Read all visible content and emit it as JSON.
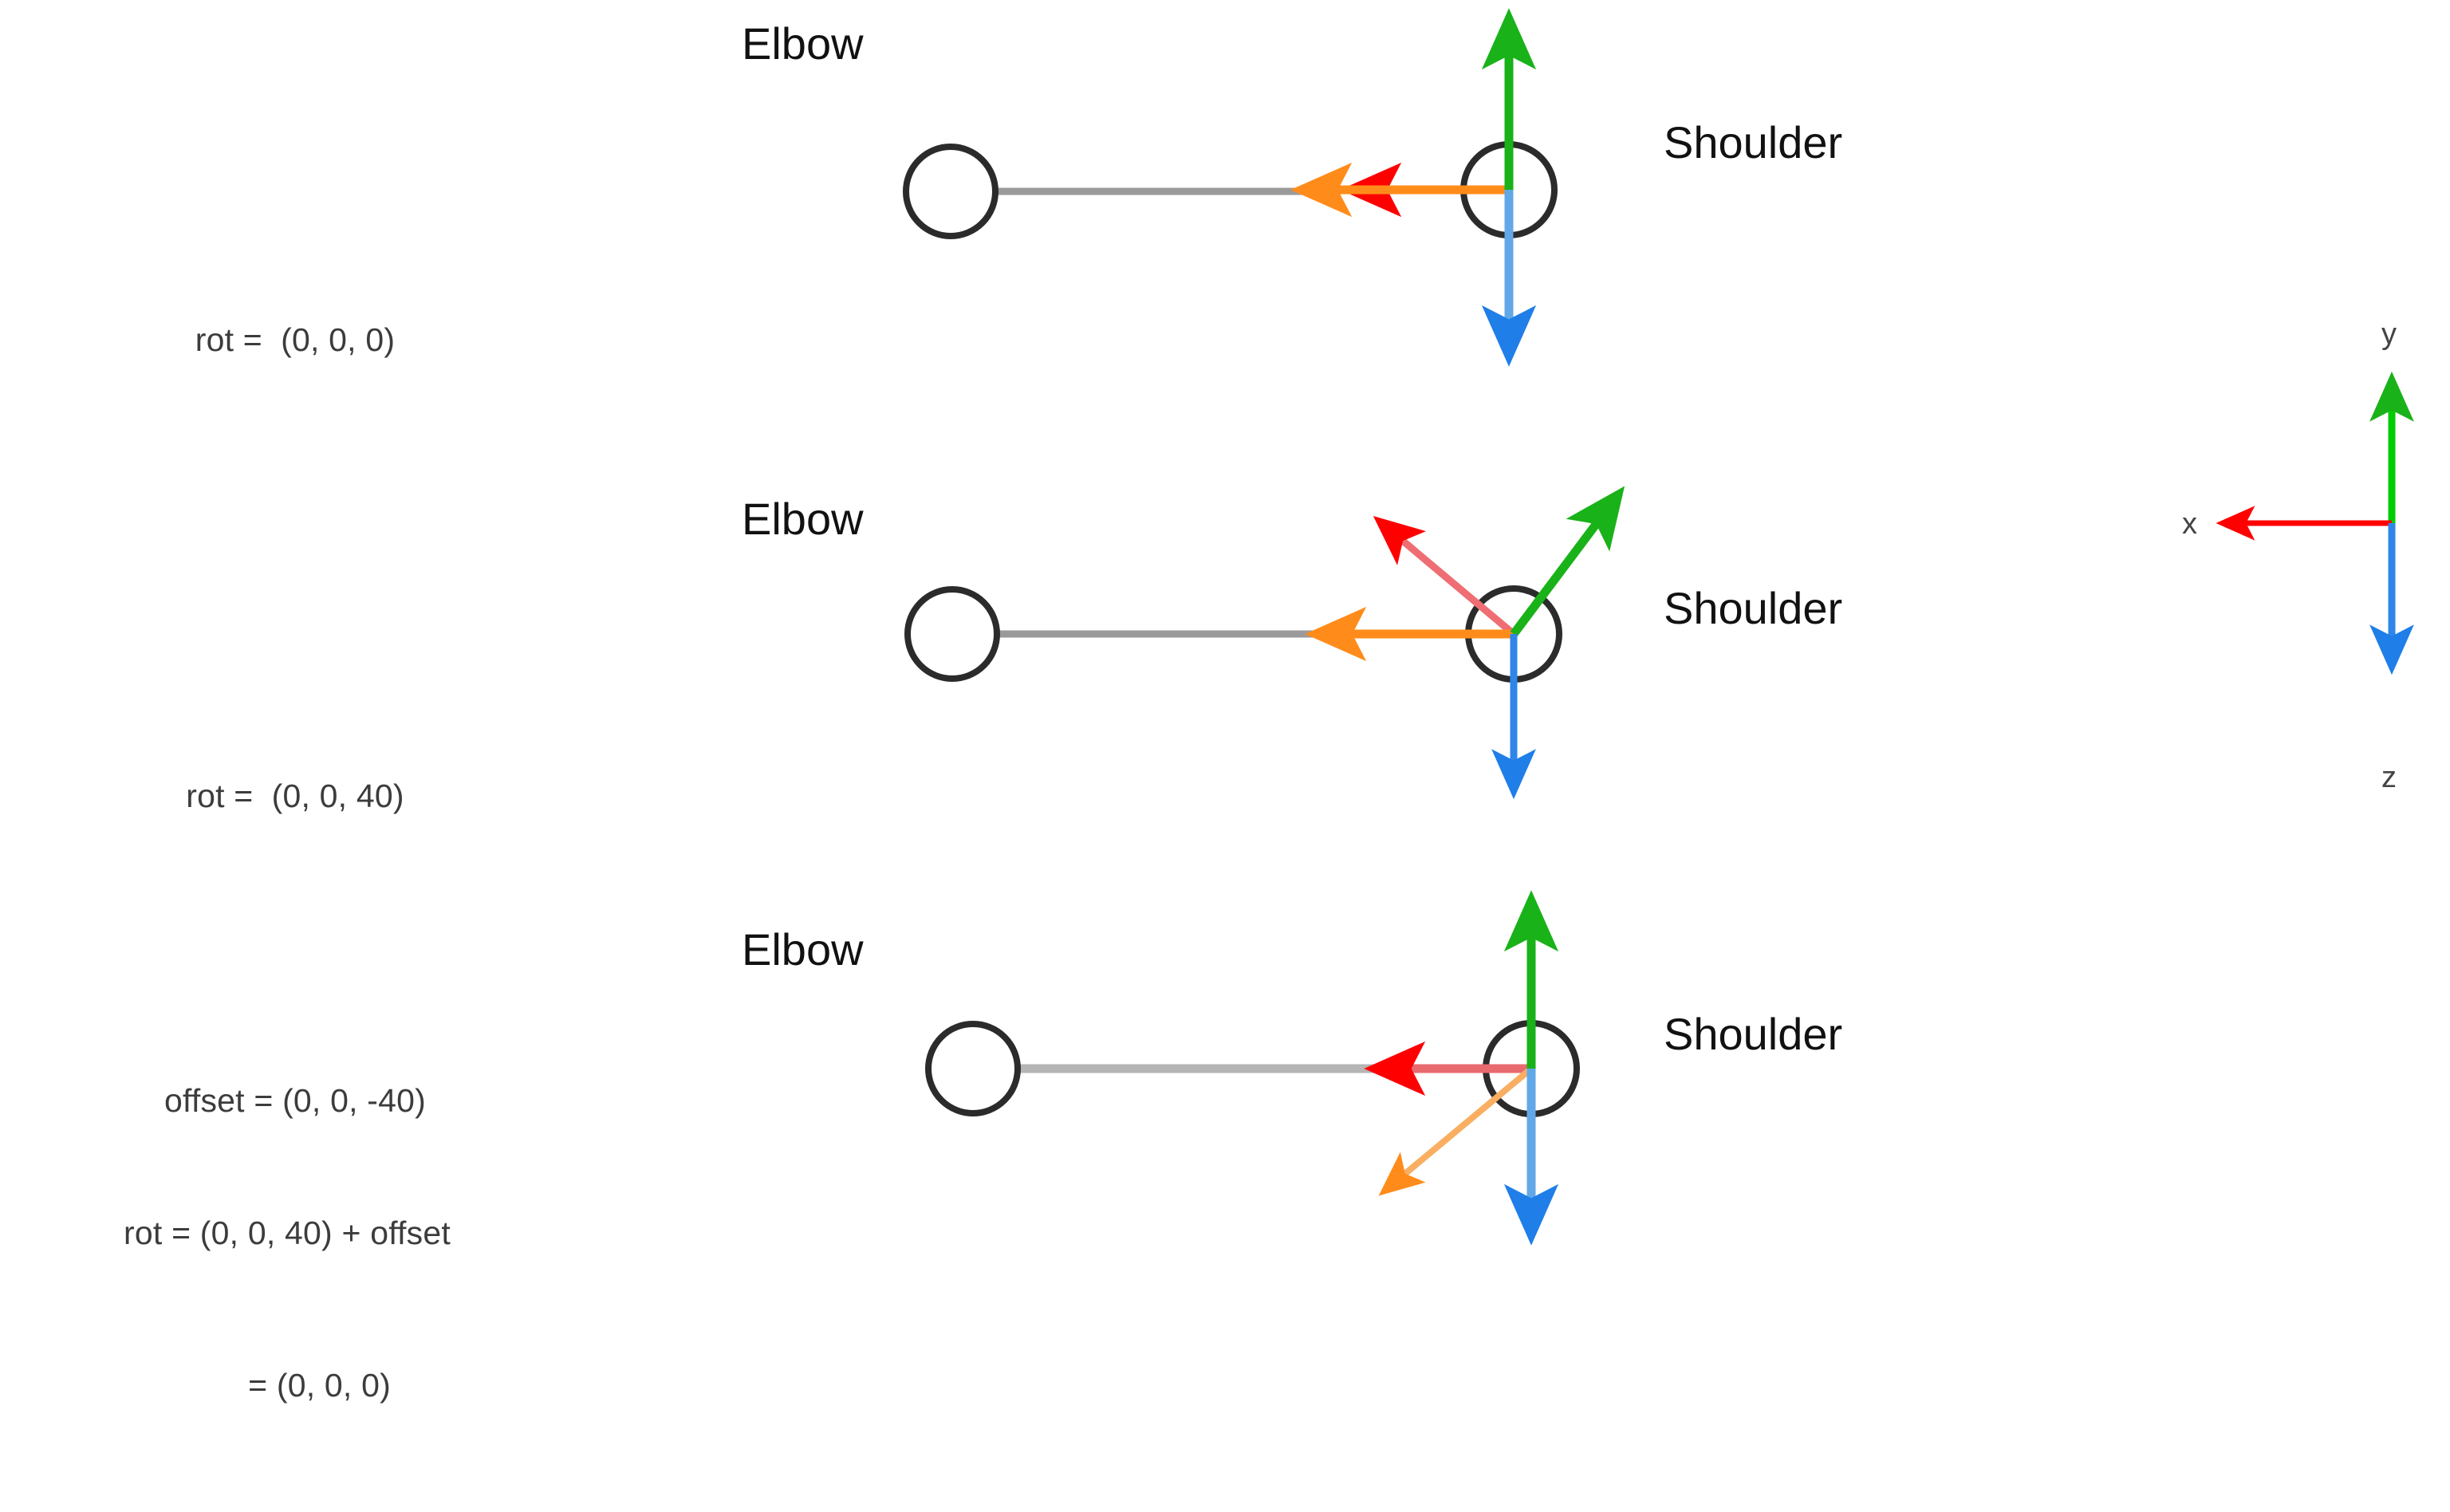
{
  "colors": {
    "x_axis_red": "#FF0000",
    "x_axis_red_soft": "#EE6E73",
    "y_axis_green": "#19B219",
    "z_axis_blue": "#1F7EE8",
    "z_axis_blue_soft": "#62A8E8",
    "bone_orange": "#FF8C1A",
    "bone_orange_soft": "#F9AE62",
    "bone_gray": "#9A9A9A",
    "joint_outline": "#2B2B2B",
    "text_dark": "#3C3C3C",
    "label_black": "#111111",
    "background": "#FFFFFF"
  },
  "rows": [
    {
      "id": "row-1",
      "equation_lines": [
        "rot =  (0, 0, 0)"
      ],
      "elbow_label": "Elbow",
      "shoulder_label": "Shoulder",
      "axes": {
        "y_green_deg": 0,
        "x_red_deg": 0,
        "z_blue_deg": 0,
        "bone_orange_deg": 0
      }
    },
    {
      "id": "row-2",
      "equation_lines": [
        "rot =  (0, 0, 40)"
      ],
      "elbow_label": "Elbow",
      "shoulder_label": "Shoulder",
      "axes": {
        "y_green_deg": 40,
        "x_red_deg": 40,
        "z_blue_deg": 0,
        "bone_orange_deg": 0
      }
    },
    {
      "id": "row-3",
      "equation_lines": [
        "offset = (0, 0, -40)",
        "rot = (0, 0, 40) + offset",
        "       = (0, 0, 0)"
      ],
      "elbow_label": "Elbow",
      "shoulder_label": "Shoulder",
      "axes": {
        "y_green_deg": 0,
        "x_red_deg": 0,
        "z_blue_deg": 0,
        "bone_orange_deg": -40
      }
    }
  ],
  "legend": {
    "name": "world-axes-legend",
    "y_label": "y",
    "x_label": "x",
    "z_label": "z"
  }
}
